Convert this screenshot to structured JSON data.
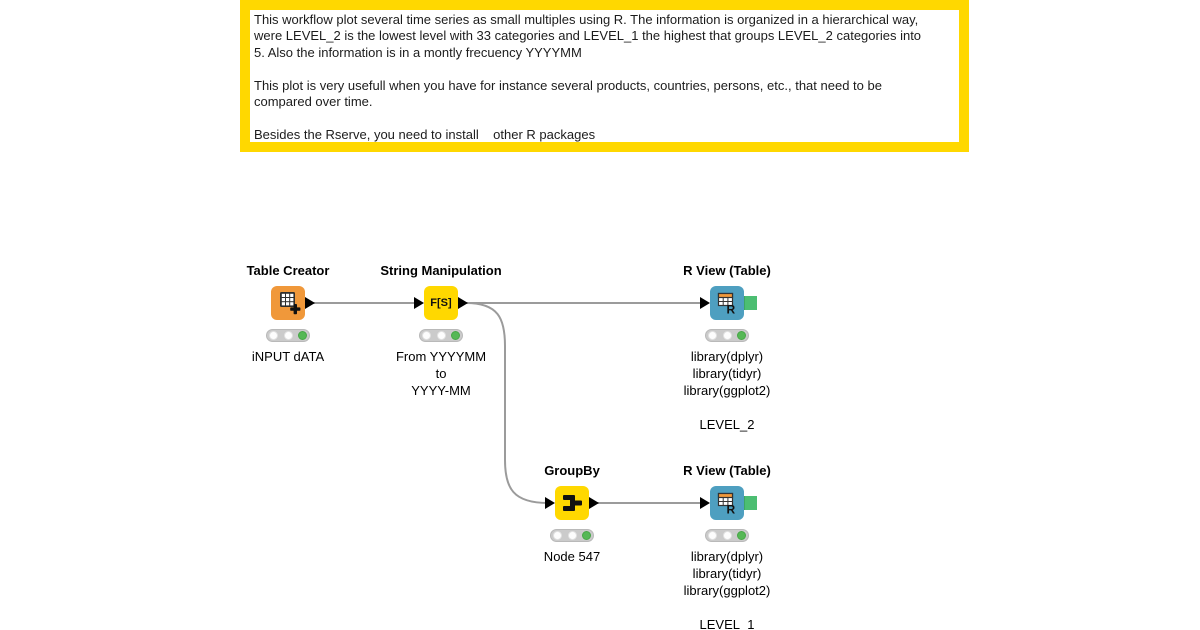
{
  "palette": {
    "annotation_border": "#ffd800",
    "node_orange": "#f0983a",
    "node_yellow": "#ffd800",
    "node_blue": "#4e9fc0",
    "port_triangle": "#000000",
    "port_image_green": "#4cbe72",
    "status_executed_green": "#55b855",
    "connection_gray": "#9b9b9b"
  },
  "annotation": {
    "text": "This workflow plot several time series as small multiples using R. The information is organized in a hierarchical way,\nwere LEVEL_2 is the lowest level with 33 categories and LEVEL_1 the highest that groups LEVEL_2 categories into\n5. Also the information is in a montly frecuency YYYYMM\n\nThis plot is very usefull when you have for instance several products, countries, persons, etc., that need to be\ncompared over time.\n\nBesides the Rserve, you need to install    other R packages"
  },
  "nodes": [
    {
      "title": "Table Creator",
      "sublabel": "iNPUT dATA",
      "icon": "table-grid-plus-icon",
      "status": "executed"
    },
    {
      "title": "String Manipulation",
      "icon_text": "F[S]",
      "sublabel": "From YYYYMM\nto\nYYYY-MM",
      "status": "executed"
    },
    {
      "title": "R View (Table)",
      "icon": "r-table-icon",
      "sublabel": "library(dplyr)\nlibrary(tidyr)\nlibrary(ggplot2)\n\nLEVEL_2",
      "status": "executed"
    },
    {
      "title": "GroupBy",
      "icon": "groupby-merge-icon",
      "sublabel": "Node 547",
      "status": "executed"
    },
    {
      "title": "R View (Table)",
      "icon": "r-table-icon",
      "sublabel": "library(dplyr)\nlibrary(tidyr)\nlibrary(ggplot2)\n\nLEVEL_1",
      "status": "executed"
    }
  ]
}
